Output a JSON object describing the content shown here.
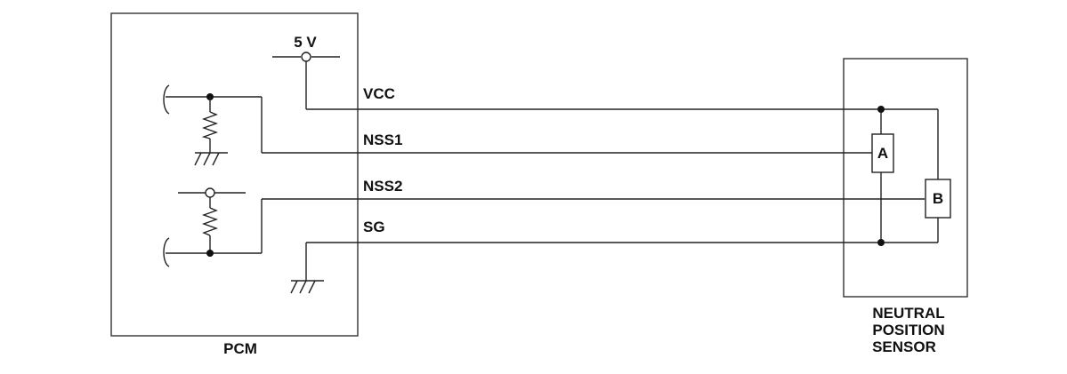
{
  "diagram": {
    "pcm_label": "PCM",
    "supply_label": "5 V",
    "signals": {
      "vcc": "VCC",
      "nss1": "NSS1",
      "nss2": "NSS2",
      "sg": "SG"
    },
    "sensor": {
      "name_line1": "NEUTRAL",
      "name_line2": "POSITION",
      "name_line3": "SENSOR",
      "element_a": "A",
      "element_b": "B"
    }
  }
}
